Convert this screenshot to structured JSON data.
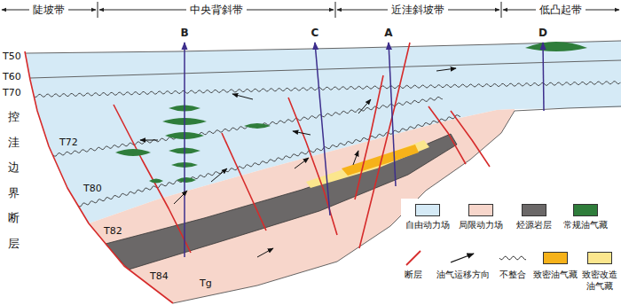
{
  "diagram": {
    "nodes": [
      {
        "text": [
          "陡坡带"
        ]
      },
      {
        "text": [
          "中央背斜带"
        ]
      },
      {
        "text": [
          "近洼斜坡带"
        ]
      },
      {
        "text": [
          "低凸起带"
        ]
      }
    ],
    "labels": [
      "B",
      "C",
      "A",
      "D",
      "T50",
      "T60",
      "T70",
      "T72",
      "T80",
      "T82",
      "T84",
      "Tg",
      "控洼边界断层"
    ],
    "legend": [
      {
        "text": "自由动力场",
        "color": "#d5eaf6"
      },
      {
        "text": "局限动力场",
        "color": "#f7d6cb"
      },
      {
        "text": "烃源岩层",
        "color": "#6b6868"
      },
      {
        "text": "常规油气藏",
        "color": "#2f7d3b"
      },
      {
        "text": "断层"
      },
      {
        "text": "油气运移方向"
      },
      {
        "text": "不整合"
      },
      {
        "text": "致密油气藏",
        "color": "#f6b21a"
      },
      {
        "text": "致密改造油气藏",
        "color": "#fbe68d"
      }
    ]
  }
}
